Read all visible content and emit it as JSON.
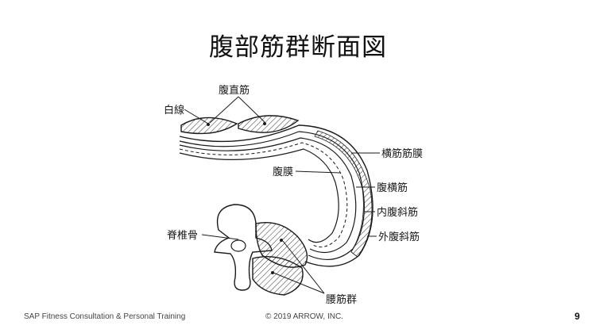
{
  "slide": {
    "title": "腹部筋群断面図",
    "footer_left": "SAP Fitness Consultation & Personal Training",
    "footer_center": "© 2019 ARROW, INC.",
    "page_number": "9"
  },
  "diagram": {
    "labels": {
      "white_line": "白線",
      "rectus_abdominis": "腹直筋",
      "transversalis_fascia": "横筋筋膜",
      "peritoneum": "腹膜",
      "transversus_abdominis": "腹横筋",
      "internal_oblique": "内腹斜筋",
      "vertebra": "脊椎骨",
      "external_oblique": "外腹斜筋",
      "lumbar_muscles": "腰筋群"
    },
    "colors": {
      "line": "#1a1a1a",
      "hatch": "#333333",
      "fill": "#ffffff"
    }
  }
}
